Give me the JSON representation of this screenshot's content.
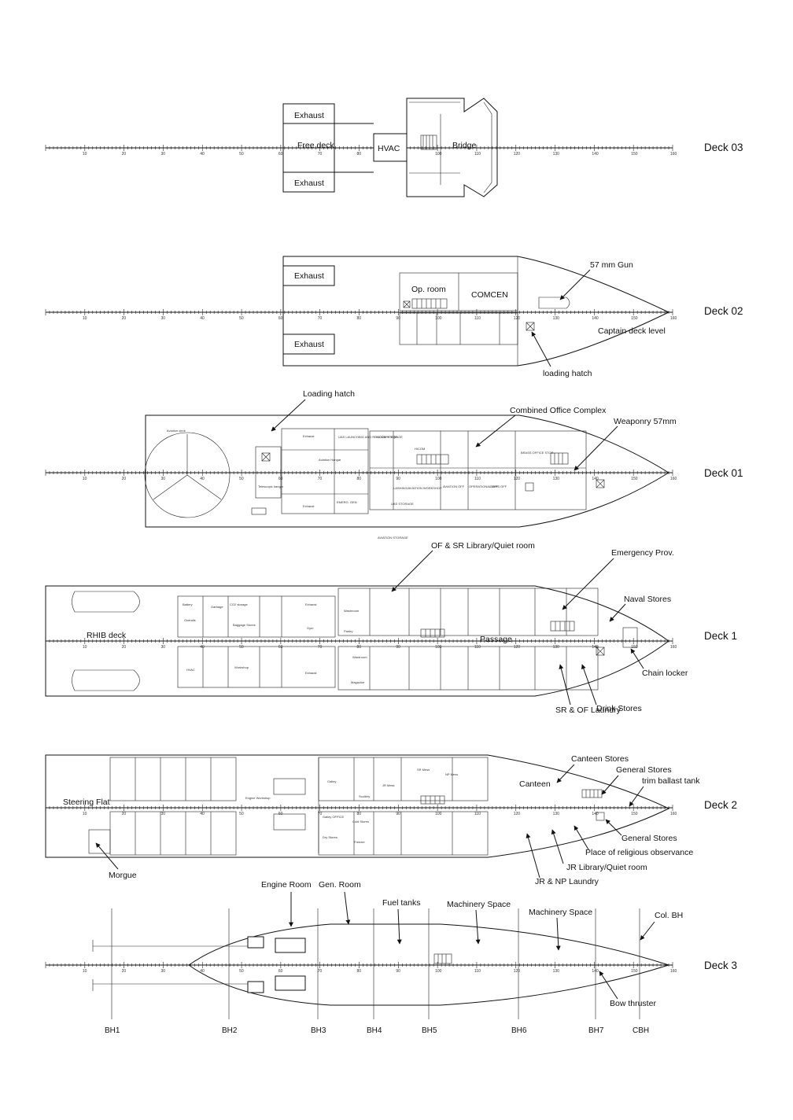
{
  "decks": {
    "deck03": {
      "name": "Deck 03",
      "labels": {
        "exhaust_top": "Exhaust",
        "exhaust_bottom": "Exhaust",
        "free_deck": "Free deck",
        "hvac": "HVAC",
        "bridge": "Bridge"
      }
    },
    "deck02": {
      "name": "Deck 02",
      "labels": {
        "exhaust_top": "Exhaust",
        "exhaust_bottom": "Exhaust",
        "op_room": "Op. room",
        "comcen": "COMCEN",
        "gun": "57 mm Gun",
        "captain_deck": "Captain deck level",
        "loading_hatch": "loading hatch"
      }
    },
    "deck01": {
      "name": "Deck 01",
      "labels": {
        "loading_hatch": "Loading hatch",
        "combined_office": "Combined Office Complex",
        "weaponry": "Weaponry 57mm",
        "aviation_deck": "Aviation deck",
        "aviation_hangar": "Aviation Hangar",
        "telescopic_hangar": "Telescopic hangar",
        "exhaust_top": "Exhaust",
        "exhaust_bottom": "Exhaust",
        "emerg_gen": "EMERG. GEN",
        "uas_launching": "UAS LAUNCHING AND RECOVERY EQP",
        "hicom_storage": "HICOM STORAGE",
        "lashing": "LASHING/AVIATION WORKSHOP",
        "aviation_storage": "AVIATION STORAGE",
        "uas_storage": "UAS STORAGE",
        "hicom": "HICOM",
        "aviation_off": "AVIATION OFF",
        "operational_off": "OPERATIONAL OFF",
        "ships_off": "SHIPS OFF",
        "brass_office": "BRASS OFFICE STOR"
      }
    },
    "deck1": {
      "name": "Deck 1",
      "labels": {
        "rhib_deck": "RHIB deck",
        "library": "OF & SR Library/Quiet room",
        "emergency": "Emergency Prov.",
        "naval_stores": "Naval Stores",
        "chain_locker": "Chain locker",
        "drink_stores": "Drink Stores",
        "laundry": "SR & OF Laundry",
        "passage": "Passage",
        "garbage": "Garbage",
        "battery": "Battery",
        "gym": "Gym",
        "hvac": "HVAC",
        "washroom": "Washroom",
        "pantry": "Pantry",
        "wardroom": "Wardroom",
        "magazine": "Magazine",
        "exhaust": "Exhaust",
        "exhaust2": "Exhaust",
        "co2": "CO2 storage",
        "workshop": "Workshop",
        "baggage": "Baggage Stores",
        "overalls": "Overalls"
      }
    },
    "deck2": {
      "name": "Deck 2",
      "labels": {
        "steering": "Steering Flat",
        "morgue": "Morgue",
        "canteen": "Canteen",
        "canteen_stores": "Canteen Stores",
        "general_stores_top": "General Stores",
        "trim_ballast": "trim ballast tank",
        "general_stores_bottom": "General Stores",
        "religious": "Place of religious observance",
        "jr_library": "JR Library/Quiet room",
        "jr_laundry": "JR & NP Laundry",
        "galley": "Galley",
        "scullery": "Scullery",
        "dry_stores": "Dry Stores",
        "freezer": "Freezer",
        "cold_stores": "Cold Stores",
        "gen_office": "Galley OFFICE",
        "engine_workshop": "Engine Workshop",
        "jr_mess": "JR Mess",
        "np_mess": "NP Mess",
        "sr_mess": "SR Mess"
      }
    },
    "deck3": {
      "name": "Deck 3",
      "labels": {
        "engine_room": "Engine Room",
        "gen_room": "Gen. Room",
        "fuel_tanks": "Fuel tanks",
        "machinery1": "Machinery Space",
        "machinery2": "Machinery Space",
        "col_bh": "Col. BH",
        "bow_thruster": "Bow thruster"
      }
    }
  },
  "bulkheads": [
    "BH1",
    "BH2",
    "BH3",
    "BH4",
    "BH5",
    "BH6",
    "BH7",
    "CBH"
  ],
  "frame_ticks": [
    "10",
    "20",
    "30",
    "40",
    "50",
    "60",
    "70",
    "80",
    "90",
    "100",
    "110",
    "120",
    "130",
    "140",
    "150",
    "160"
  ]
}
